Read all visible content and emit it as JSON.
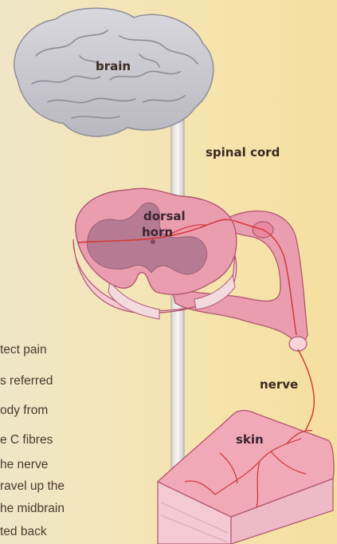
{
  "colors": {
    "background": "#f6e6b0",
    "brain": "#c9c8cf",
    "cord_section": "#eb9db0",
    "gray_matter": "#b67a92",
    "nerve_line": "#d23a3a",
    "skin": "#f1a9b8",
    "label_text": "#3a2a22"
  },
  "labels": {
    "brain": "brain",
    "spinal_cord": "spinal cord",
    "dorsal_horn_line1": "dorsal",
    "dorsal_horn_line2": "horn",
    "nerve": "nerve",
    "skin": "skin"
  },
  "body_text": [
    "tect pain",
    "s referred",
    "ody from",
    "e C fibres",
    "he nerve",
    "ravel up the",
    "he midbrain",
    "ted back"
  ]
}
